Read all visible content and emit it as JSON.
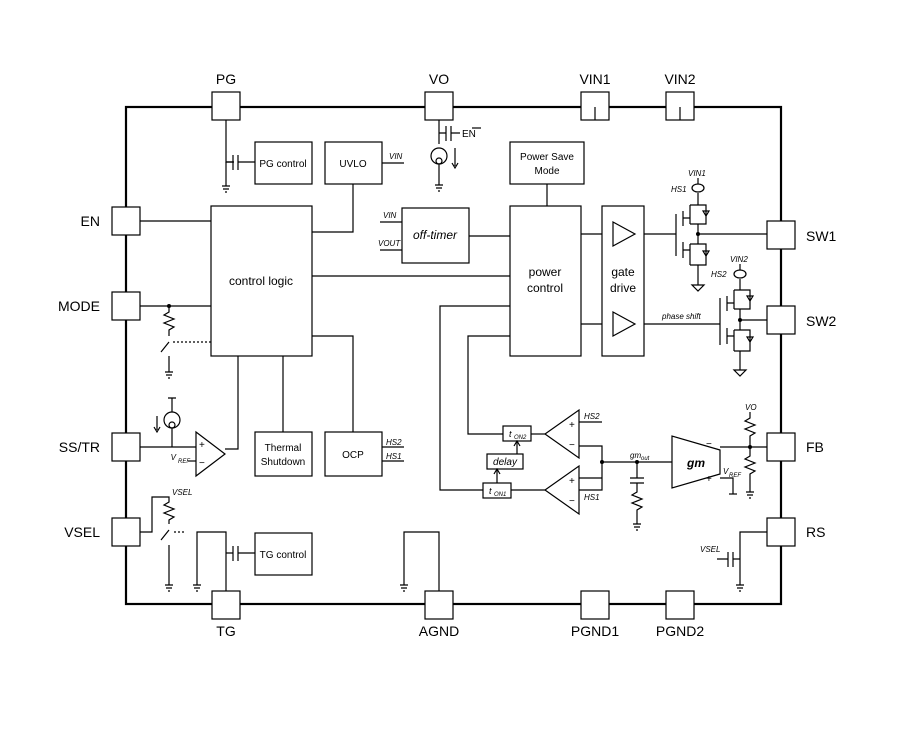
{
  "pins": {
    "pg": "PG",
    "vo": "VO",
    "vin1": "VIN1",
    "vin2": "VIN2",
    "en": "EN",
    "mode": "MODE",
    "sstr": "SS/TR",
    "vsel": "VSEL",
    "tg": "TG",
    "agnd": "AGND",
    "pgnd1": "PGND1",
    "pgnd2": "PGND2",
    "sw1": "SW1",
    "sw2": "SW2",
    "fb": "FB",
    "rs": "RS"
  },
  "blocks": {
    "pg_control": "PG control",
    "uvlo": "UVLO",
    "power_save_line1": "Power Save",
    "power_save_line2": "Mode",
    "control_logic": "control logic",
    "off_timer": "off-timer",
    "power_control_line1": "power",
    "power_control_line2": "control",
    "gate_drive_line1": "gate",
    "gate_drive_line2": "drive",
    "thermal_line1": "Thermal",
    "thermal_line2": "Shutdown",
    "ocp": "OCP",
    "tg_control": "TG control",
    "delay": "delay",
    "ton2": "t",
    "ton2_sub": "ON2",
    "ton1": "t",
    "ton1_sub": "ON1",
    "gm": "gm"
  },
  "signals": {
    "en_bar": "EN",
    "vin": "VIN",
    "vin_offtimer": "VIN",
    "vout": "VOUT",
    "vin1_switch": "VIN1",
    "vin2_switch": "VIN2",
    "hs1_switch": "HS1",
    "hs2_switch": "HS2",
    "phase_shift": "phase shift",
    "hs2_ocp": "HS2",
    "hs1_ocp": "HS1",
    "hs2_comp": "HS2",
    "hs1_comp": "HS1",
    "vref_ss": "V",
    "vref_ss_sub": "REF",
    "vref_gm": "V",
    "vref_gm_sub": "REF",
    "gmout": "gm",
    "gmout_sub": "out",
    "vo_fb": "VO",
    "vsel_sw": "VSEL",
    "vsel_rs": "VSEL",
    "plus": "+",
    "minus": "−"
  }
}
